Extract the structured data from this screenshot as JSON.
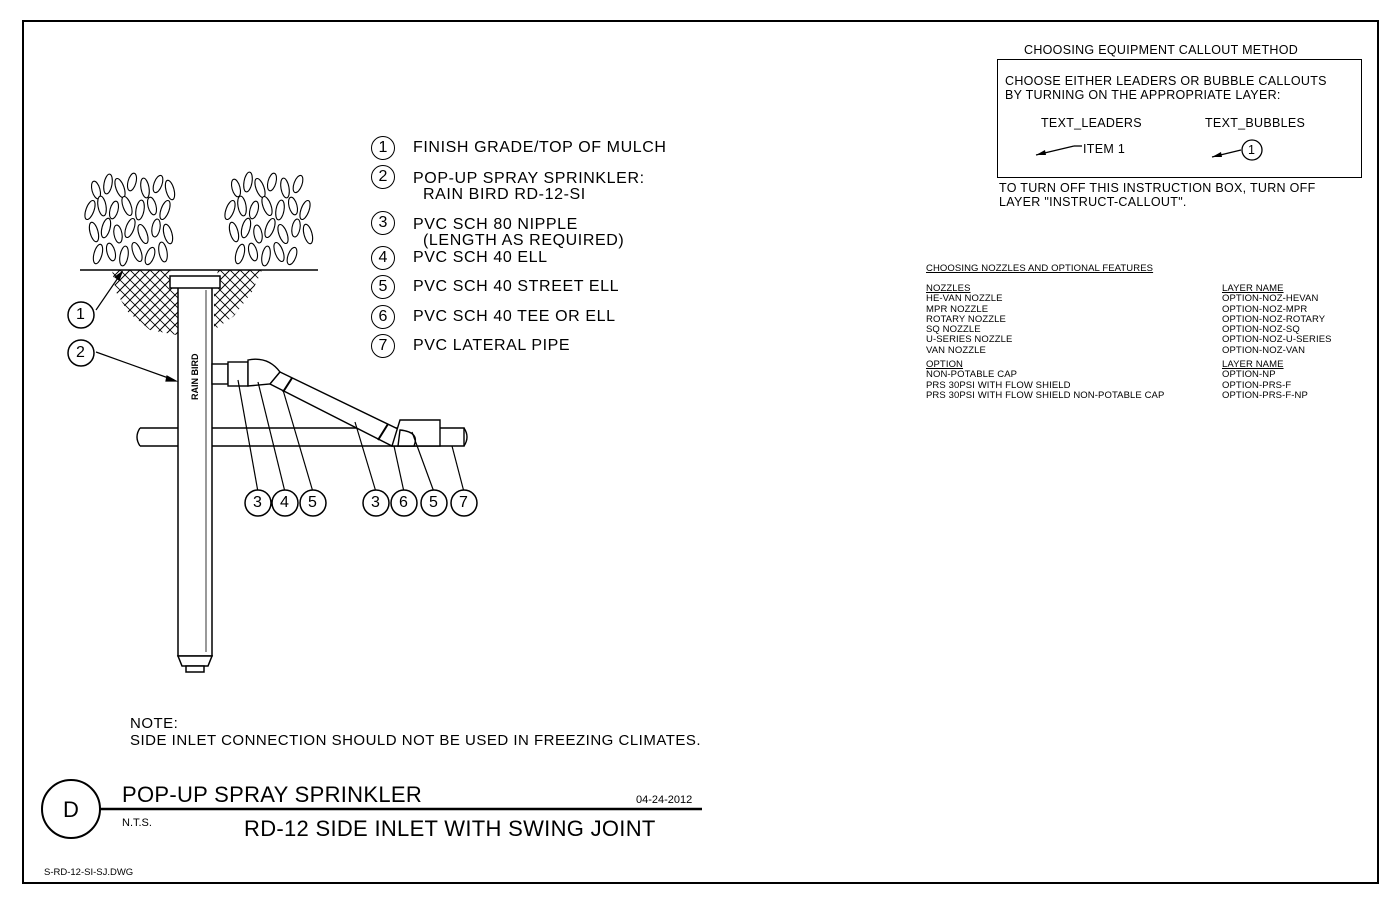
{
  "legend": [
    {
      "num": "1",
      "text": "FINISH GRADE/TOP OF MULCH"
    },
    {
      "num": "2",
      "text": "POP-UP SPRAY SPRINKLER:",
      "text2": "RAIN BIRD RD-12-SI"
    },
    {
      "num": "3",
      "text": "PVC SCH 80 NIPPLE",
      "text2": "(LENGTH AS REQUIRED)"
    },
    {
      "num": "4",
      "text": "PVC SCH 40 ELL"
    },
    {
      "num": "5",
      "text": "PVC SCH 40 STREET ELL"
    },
    {
      "num": "6",
      "text": "PVC SCH 40 TEE OR ELL"
    },
    {
      "num": "7",
      "text": "PVC LATERAL PIPE"
    }
  ],
  "callouts": {
    "left_group": [
      "3",
      "4",
      "5"
    ],
    "right_group": [
      "3",
      "6",
      "5",
      "7"
    ],
    "c1": "1",
    "c2": "2",
    "sprinkler_brand": "RAIN BIRD"
  },
  "instruction": {
    "heading": "CHOOSING EQUIPMENT CALLOUT METHOD",
    "line1": "CHOOSE EITHER LEADERS OR BUBBLE CALLOUTS",
    "line2": "BY TURNING ON THE APPROPRIATE LAYER:",
    "leaders_label": "TEXT_LEADERS",
    "bubbles_label": "TEXT_BUBBLES",
    "item_text": "ITEM 1",
    "bubble_num": "1",
    "off1": "TO TURN OFF THIS INSTRUCTION BOX, TURN OFF",
    "off2": "LAYER \"INSTRUCT-CALLOUT\"."
  },
  "nozzles": {
    "heading": "CHOOSING NOZZLES AND OPTIONAL FEATURES",
    "col1_head": "NOZZLES",
    "col2_head": "LAYER NAME",
    "rows": [
      {
        "name": "HE-VAN NOZZLE",
        "layer": "OPTION-NOZ-HEVAN"
      },
      {
        "name": "MPR NOZZLE",
        "layer": "OPTION-NOZ-MPR"
      },
      {
        "name": "ROTARY NOZZLE",
        "layer": "OPTION-NOZ-ROTARY"
      },
      {
        "name": "SQ NOZZLE",
        "layer": "OPTION-NOZ-SQ"
      },
      {
        "name": "U-SERIES NOZZLE",
        "layer": "OPTION-NOZ-U-SERIES"
      },
      {
        "name": "VAN NOZZLE",
        "layer": "OPTION-NOZ-VAN"
      }
    ],
    "opt_head": "OPTION",
    "opt_layer_head": "LAYER NAME",
    "opt_rows": [
      {
        "name": "NON-POTABLE CAP",
        "layer": "OPTION-NP"
      },
      {
        "name": "PRS 30PSI WITH FLOW SHIELD",
        "layer": "OPTION-PRS-F"
      },
      {
        "name": "PRS 30PSI WITH FLOW SHIELD NON-POTABLE CAP",
        "layer": "OPTION-PRS-F-NP"
      }
    ]
  },
  "note": {
    "label": "NOTE:",
    "text": "SIDE INLET CONNECTION SHOULD NOT BE USED IN FREEZING CLIMATES."
  },
  "title_block": {
    "detail": "D",
    "title": "POP-UP SPRAY SPRINKLER",
    "date": "04-24-2012",
    "scale": "N.T.S.",
    "subtitle": "RD-12 SIDE INLET WITH SWING JOINT",
    "filename": "S-RD-12-SI-SJ.DWG"
  }
}
